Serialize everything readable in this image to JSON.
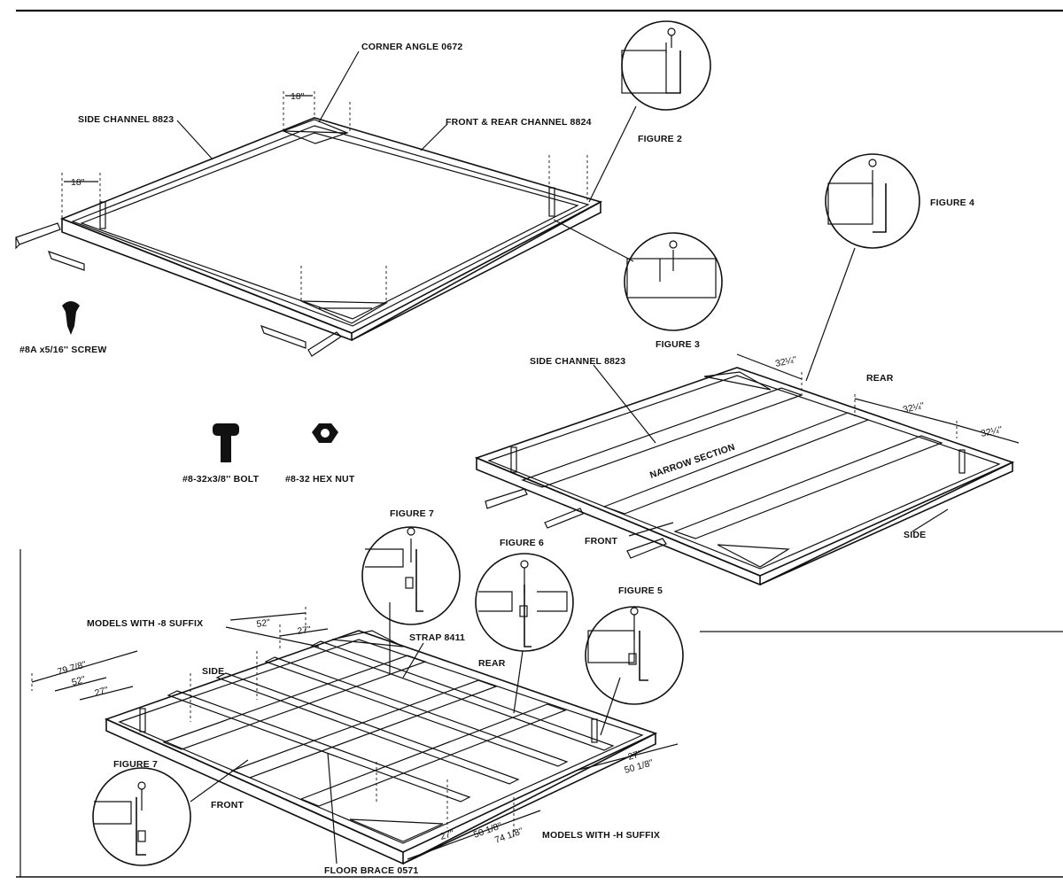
{
  "labels": {
    "corner_angle": "CORNER ANGLE 0672",
    "side_channel_top": "SIDE CHANNEL 8823",
    "front_rear_channel": "FRONT & REAR CHANNEL 8824",
    "figure2": "FIGURE 2",
    "figure3": "FIGURE 3",
    "figure4": "FIGURE 4",
    "figure5": "FIGURE 5",
    "figure6": "FIGURE 6",
    "figure7_top": "FIGURE 7",
    "figure7_bottom": "FIGURE 7",
    "screw": "#8A x5/16'' SCREW",
    "bolt": "#8-32x3/8'' BOLT",
    "hex_nut": "#8-32 HEX NUT",
    "side_channel_mid": "SIDE CHANNEL 8823",
    "rear_mid": "REAR",
    "narrow_section": "NARROW SECTION",
    "front_mid": "FRONT",
    "side_mid": "SIDE",
    "models_8": "MODELS WITH -8 SUFFIX",
    "strap": "STRAP 8411",
    "rear_bottom": "REAR",
    "side_bottom": "SIDE",
    "front_bottom": "FRONT",
    "floor_brace": "FLOOR BRACE 0571",
    "models_h": "MODELS WITH -H SUFFIX"
  },
  "dimensions": {
    "top_18_a": "18''",
    "top_18_b": "18''",
    "mid_32a": "32¼''",
    "mid_32b": "32¼''",
    "mid_32c": "32¼''",
    "b_52_top": "52''",
    "b_27_top": "27''",
    "b_79": "79 7/8''",
    "b_52_left": "52''",
    "b_27_left": "27''",
    "b_27_right": "27''",
    "b_50_right": "50 1/8''",
    "b_27_front": "27''",
    "b_50_front": "50 1/8''",
    "b_74_front": "74 1/8''"
  }
}
